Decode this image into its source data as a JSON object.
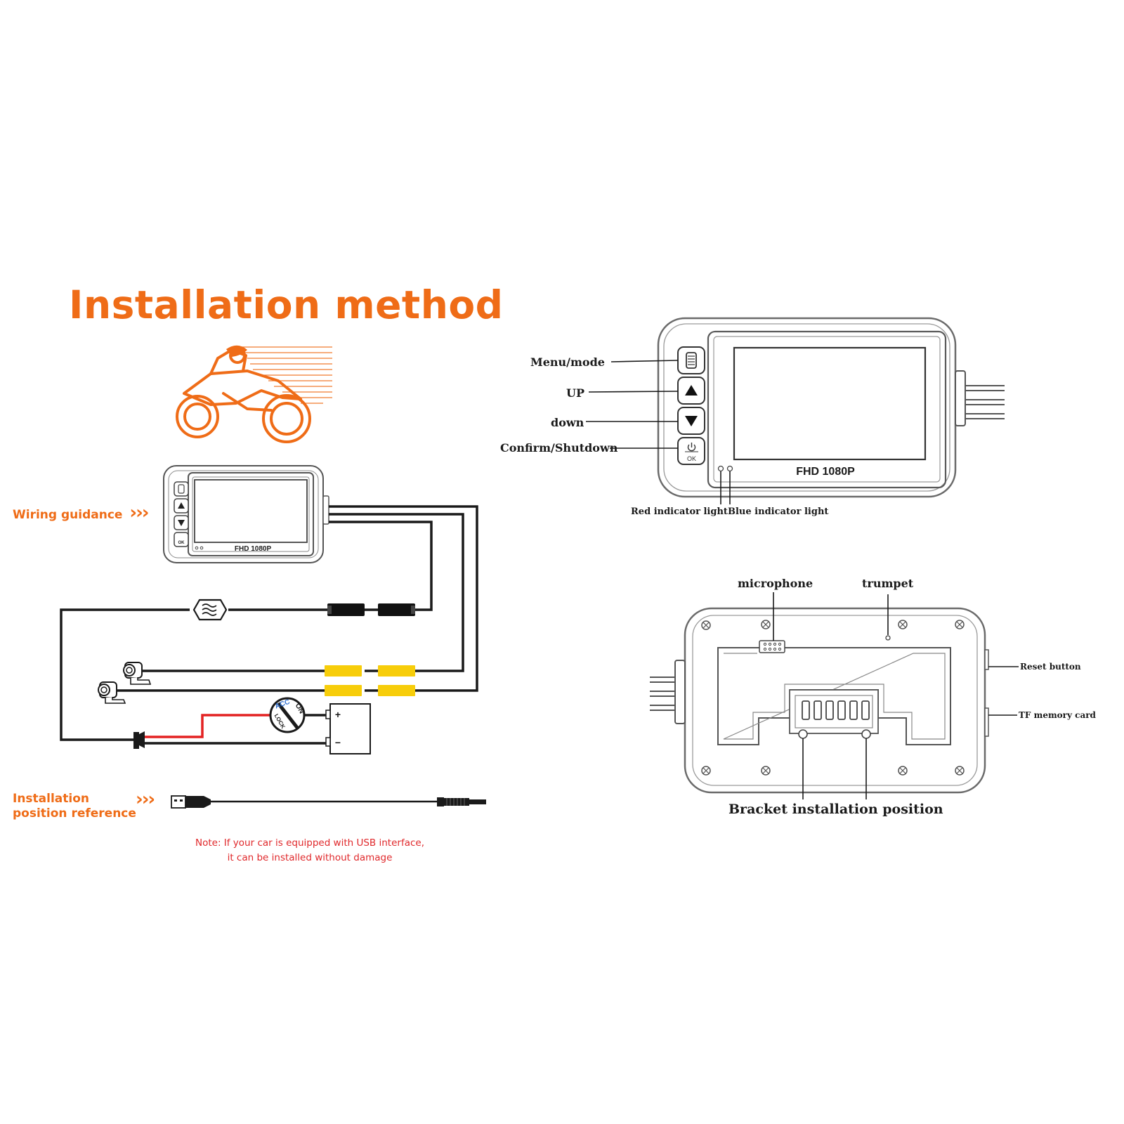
{
  "header": {
    "title": "Installation method"
  },
  "left": {
    "wiring_label": "Wiring guidance",
    "install_label_line1": "Installation",
    "install_label_line2": "position reference",
    "chevrons": "›››",
    "note_line1": "Note: If your car is equipped with USB interface,",
    "note_line2": "it can be installed without damage",
    "small_device_label": "FHD 1080P",
    "ignition": {
      "acc": "ACC",
      "on": "ON",
      "lock": "LOCK"
    },
    "battery": {
      "plus": "+",
      "minus": "−"
    }
  },
  "front_view": {
    "screen_label": "FHD 1080P",
    "ok_label": "OK",
    "callouts": {
      "menu": "Menu/mode",
      "up": "UP",
      "down": "down",
      "confirm": "Confirm/Shutdown",
      "red_light": "Red indicator light",
      "blue_light": "Blue indicator light"
    }
  },
  "back_view": {
    "callouts": {
      "microphone": "microphone",
      "trumpet": "trumpet",
      "reset": "Reset button",
      "tf_card": "TF memory card",
      "bracket": "Bracket installation position"
    }
  },
  "colors": {
    "accent_orange": "#ef6c17",
    "note_red": "#e0282b",
    "wire_red": "#e32222",
    "connector_yellow": "#f7cd0a",
    "acc_blue": "#2f6fd0",
    "line": "#1a1a1a",
    "device_gray": "#5a5a5a"
  }
}
